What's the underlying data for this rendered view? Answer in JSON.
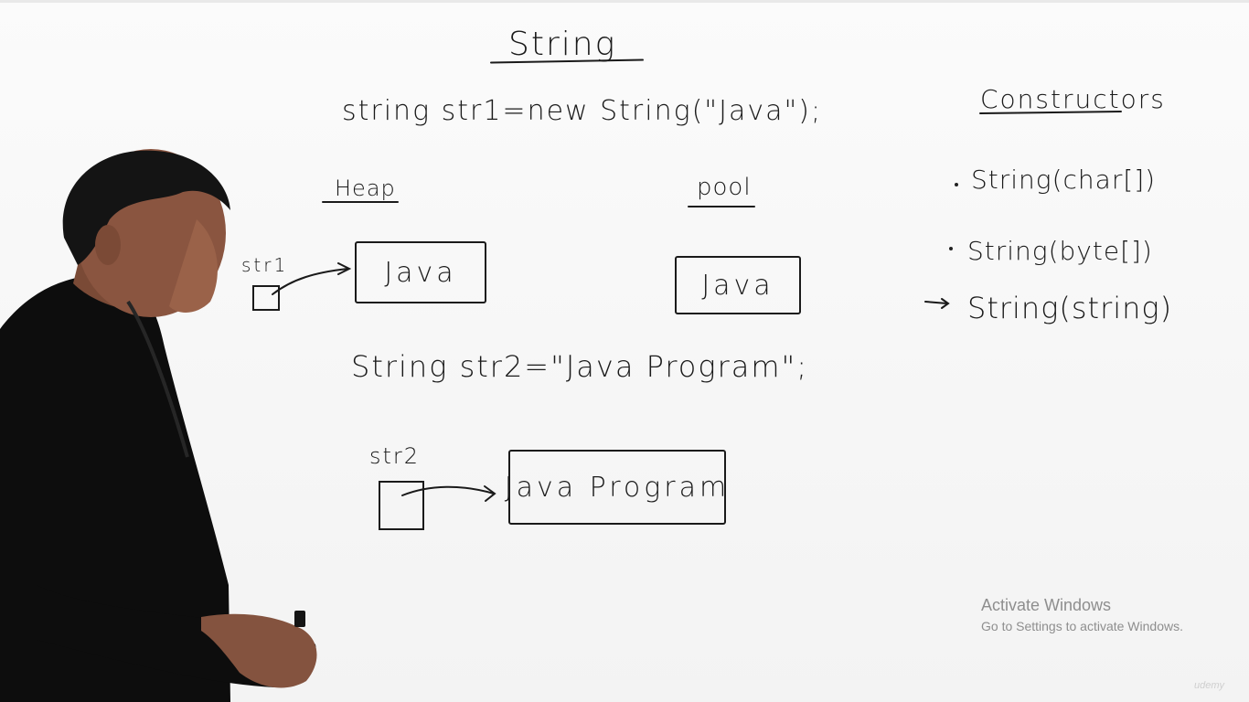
{
  "board": {
    "title": "String",
    "statement1": "string str1=new String(\"Java\");",
    "heap_label": "Heap",
    "pool_label": "pool",
    "str1_label": "str1",
    "heap_box_text": "Java",
    "pool_box_text": "Java",
    "statement2": "String str2=\"Java Program\";",
    "str2_label": "str2",
    "str2_box_text": "Java Program",
    "constructors": {
      "title": "Constructors",
      "items": [
        "String(char[])",
        "String(byte[])",
        "String(string)"
      ],
      "pointer": "→"
    }
  },
  "overlay": {
    "activate_title": "Activate Windows",
    "activate_sub": "Go to Settings to activate Windows.",
    "logo_text": "udemy"
  }
}
